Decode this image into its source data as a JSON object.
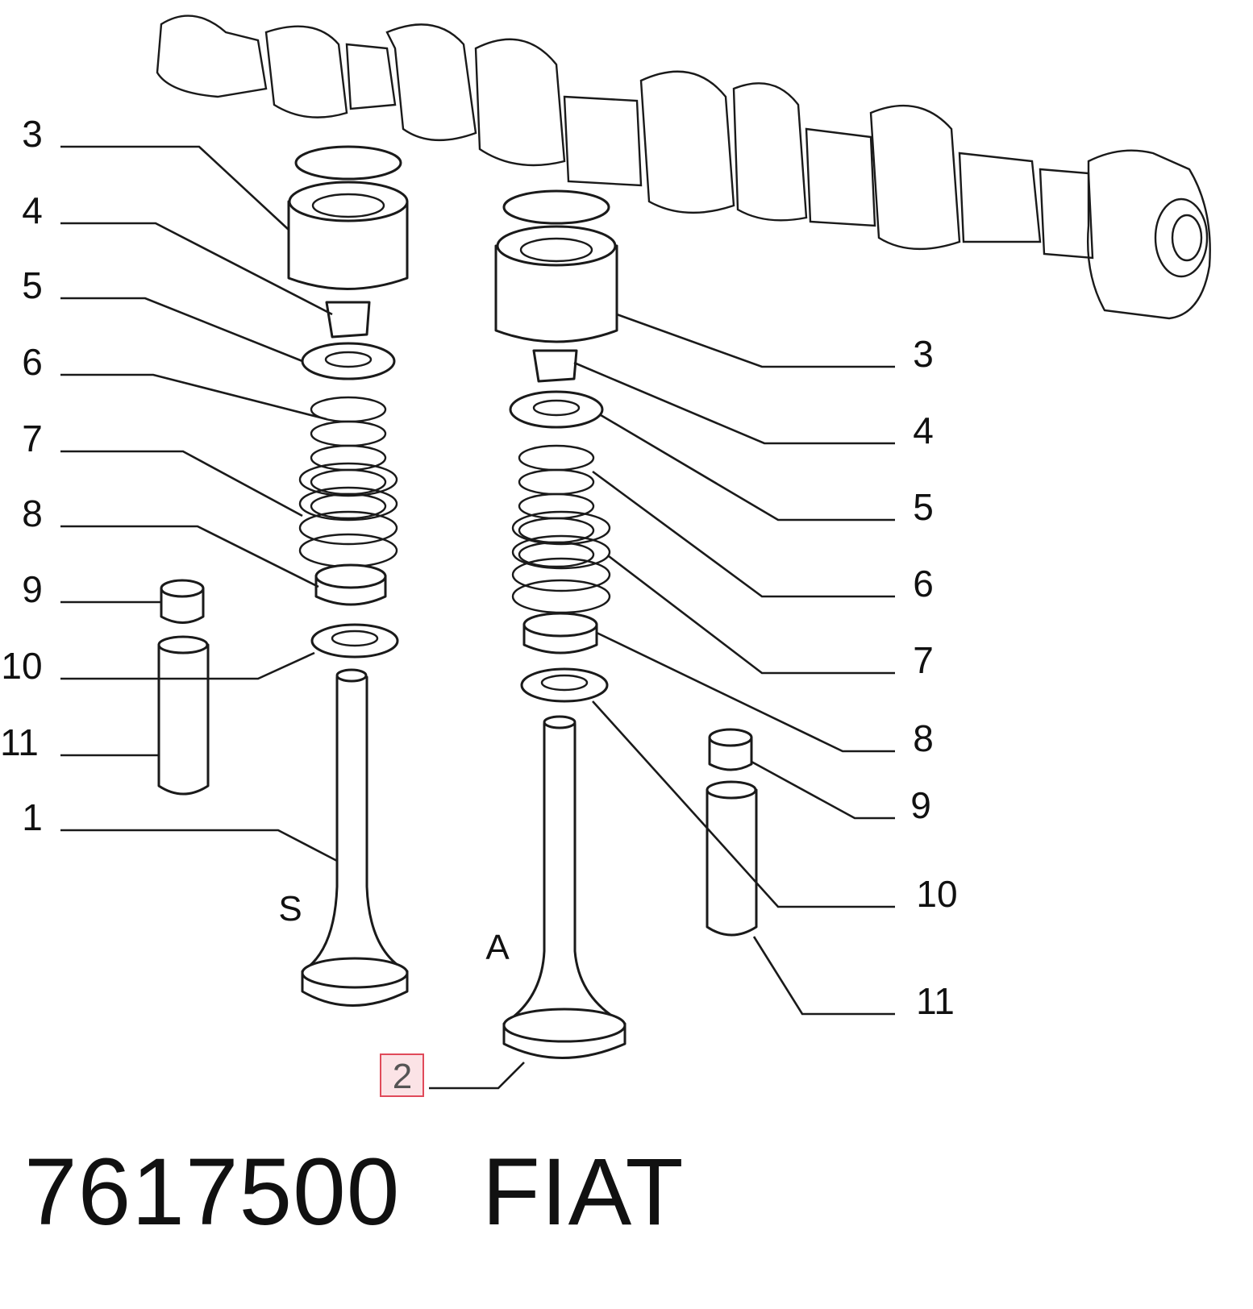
{
  "colors": {
    "line": "#1a1a1a",
    "highlight_fill": "#fbe3e6",
    "highlight_stroke": "#e04a5a"
  },
  "valve_labels": {
    "intake": "S",
    "exhaust": "A"
  },
  "callouts_left": [
    "3",
    "4",
    "5",
    "6",
    "7",
    "8",
    "9",
    "10",
    "11",
    "1"
  ],
  "callouts_right": [
    "3",
    "4",
    "5",
    "6",
    "7",
    "8",
    "9",
    "10",
    "11"
  ],
  "highlighted_callout": "2",
  "part_number": "7617500",
  "brand": "FIAT"
}
